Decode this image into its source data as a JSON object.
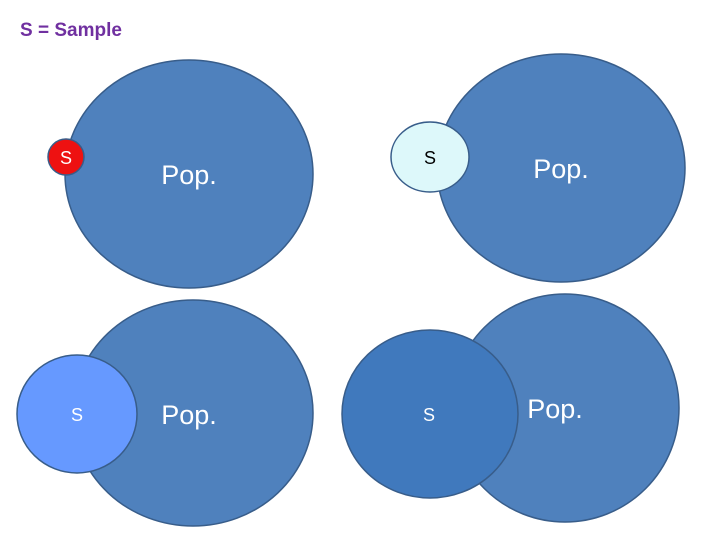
{
  "title": "S = Sample",
  "colors": {
    "population": "#4f81bd",
    "outline": "#385d8a",
    "title": "#7030a0"
  },
  "panels": [
    {
      "population_label": "Pop.",
      "sample_label": "S",
      "sample_color": "#ee1111",
      "sample_text_color": "#ffffff"
    },
    {
      "population_label": "Pop.",
      "sample_label": "S",
      "sample_color": "#ddf8fa",
      "sample_text_color": "#000000"
    },
    {
      "population_label": "Pop.",
      "sample_label": "S",
      "sample_color": "#6699ff",
      "sample_text_color": "#ffffff"
    },
    {
      "population_label": "Pop.",
      "sample_label": "S",
      "sample_color": "#4079bd",
      "sample_text_color": "#ffffff"
    }
  ]
}
